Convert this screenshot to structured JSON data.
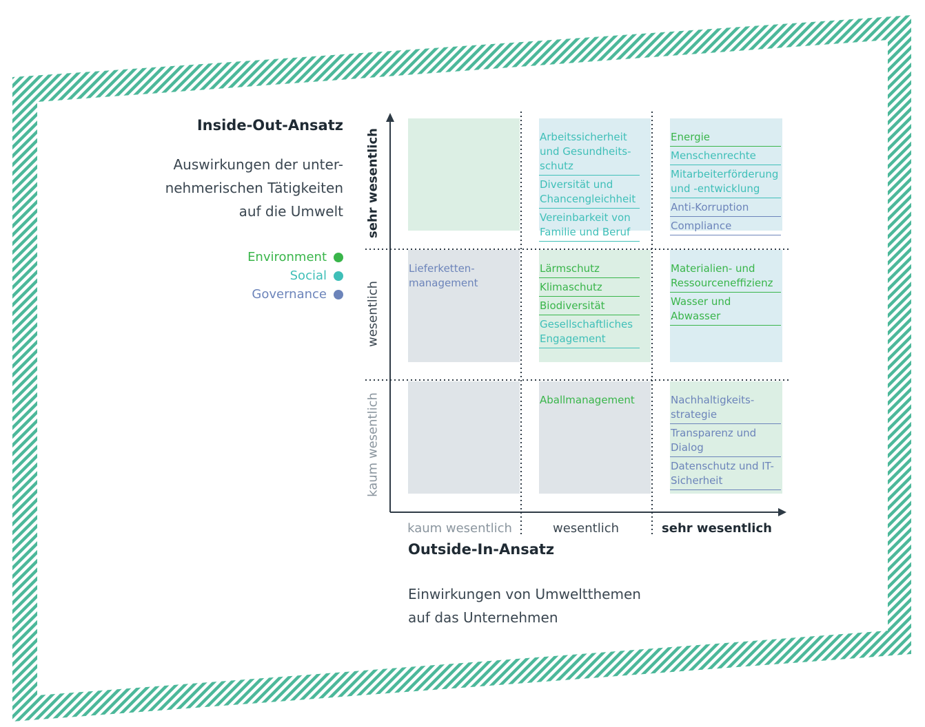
{
  "colors": {
    "environment": "#39b54a",
    "social": "#3fbfb8",
    "governance": "#6c84ba",
    "hatch": "#4cb89a",
    "fill_green": "#dcefe4",
    "fill_blue": "#dbedf2",
    "fill_gray": "#dfe4e8"
  },
  "inside_out": {
    "title": "Inside-Out-Ansatz",
    "description_lines": [
      "Auswirkungen der unter-",
      "nehmerischen Tätigkeiten",
      "auf die Umwelt"
    ]
  },
  "legend": [
    {
      "label": "Environment",
      "color": "#39b54a"
    },
    {
      "label": "Social",
      "color": "#3fbfb8"
    },
    {
      "label": "Governance",
      "color": "#6c84ba"
    }
  ],
  "y_levels": [
    {
      "label": "sehr wesentlich",
      "weight": "bold",
      "color": "#1f2a33"
    },
    {
      "label": "wesentlich",
      "weight": "normal",
      "color": "#3a4650"
    },
    {
      "label": "kaum wesentlich",
      "weight": "normal",
      "color": "#8a959e"
    }
  ],
  "x_levels": [
    {
      "label": "kaum wesentlich",
      "weight": "normal",
      "color": "#8a959e"
    },
    {
      "label": "wesentlich",
      "weight": "normal",
      "color": "#3a4650"
    },
    {
      "label": "sehr wesentlich",
      "weight": "bold",
      "color": "#1f2a33"
    }
  ],
  "outside_in": {
    "title": "Outside-In-Ansatz",
    "description_lines": [
      "Einwirkungen von Umweltthemen",
      "auf das Unternehmen"
    ]
  },
  "cells": [
    {
      "row": 0,
      "col": 0,
      "fill": "green",
      "items": []
    },
    {
      "row": 0,
      "col": 1,
      "fill": "blue",
      "items": [
        {
          "text": "Arbeitssicherheit und Gesundheits-schutz",
          "category": "social"
        },
        {
          "text": "Diversität und Chancengleichheit",
          "category": "social"
        },
        {
          "text": "Vereinbarkeit von Familie und Beruf",
          "category": "social"
        }
      ]
    },
    {
      "row": 0,
      "col": 2,
      "fill": "blue",
      "items": [
        {
          "text": "Energie",
          "category": "environment"
        },
        {
          "text": "Menschenrechte",
          "category": "social"
        },
        {
          "text": "Mitarbeiterförderung und -entwicklung",
          "category": "social"
        },
        {
          "text": "Anti-Korruption",
          "category": "governance"
        },
        {
          "text": "Compliance",
          "category": "governance"
        }
      ]
    },
    {
      "row": 1,
      "col": 0,
      "fill": "gray",
      "items": [
        {
          "text": "Lieferketten-management",
          "category": "governance",
          "noline": true
        }
      ]
    },
    {
      "row": 1,
      "col": 1,
      "fill": "green",
      "items": [
        {
          "text": "Lärmschutz",
          "category": "environment"
        },
        {
          "text": "Klimaschutz",
          "category": "environment"
        },
        {
          "text": "Biodiversität",
          "category": "environment"
        },
        {
          "text": "Gesellschaftliches Engagement",
          "category": "social"
        }
      ]
    },
    {
      "row": 1,
      "col": 2,
      "fill": "blue",
      "items": [
        {
          "text": "Materialien- und Ressourceneffizienz",
          "category": "environment"
        },
        {
          "text": "Wasser und Abwasser",
          "category": "environment"
        }
      ]
    },
    {
      "row": 2,
      "col": 0,
      "fill": "gray",
      "items": []
    },
    {
      "row": 2,
      "col": 1,
      "fill": "gray",
      "items": [
        {
          "text": "Aballmanagement",
          "category": "environment",
          "noline": true
        }
      ]
    },
    {
      "row": 2,
      "col": 2,
      "fill": "green",
      "items": [
        {
          "text": "Nachhaltigkeits-strategie",
          "category": "governance"
        },
        {
          "text": "Transparenz und Dialog",
          "category": "governance"
        },
        {
          "text": "Datenschutz und IT-Sicherheit",
          "category": "governance"
        }
      ]
    }
  ]
}
